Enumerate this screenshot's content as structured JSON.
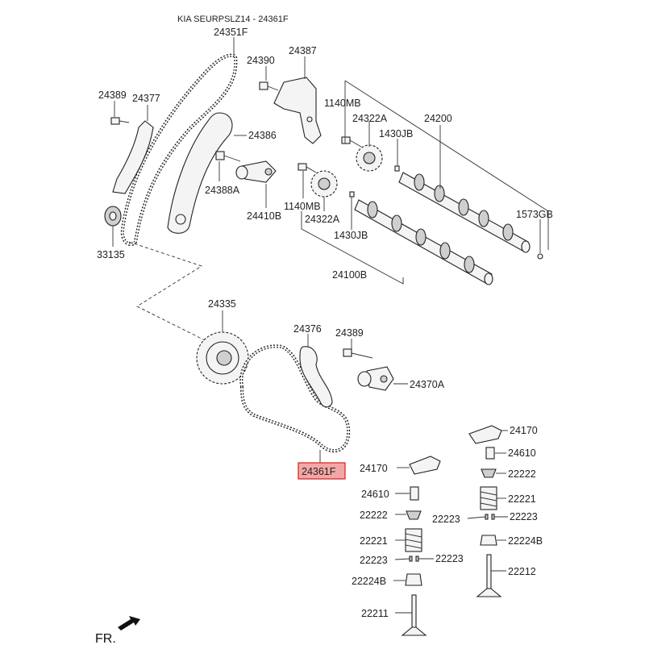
{
  "title": "KIA SEURPSLZ14 - 24361F",
  "highlight": {
    "label": "24361F",
    "fill": "#f4a6a6",
    "stroke": "#d42020"
  },
  "front_marker": "FR.",
  "labels": {
    "p24351F": "24351F",
    "p24390": "24390",
    "p24387": "24387",
    "p24389_top": "24389",
    "p24377": "24377",
    "p1140MB_top": "1140MB",
    "p24322A_top": "24322A",
    "p24200": "24200",
    "p1430JB_top": "1430JB",
    "p24386": "24386",
    "p24388A": "24388A",
    "p24410B": "24410B",
    "p1140MB_mid": "1140MB",
    "p24322A_mid": "24322A",
    "p1573GB": "1573GB",
    "p1430JB_mid": "1430JB",
    "p33135": "33135",
    "p24100B": "24100B",
    "p24335": "24335",
    "p24376": "24376",
    "p24389_mid": "24389",
    "p24370A": "24370A",
    "p24170_r": "24170",
    "p24610_r": "24610",
    "p24170_l": "24170",
    "p22222_r": "22222",
    "p24610_l": "24610",
    "p22221_r": "22221",
    "p22222_l": "22222",
    "p22223_mid": "22223",
    "p22223_r": "22223",
    "p22221_l": "22221",
    "p22224B_r": "22224B",
    "p22223_l": "22223",
    "p22223_l2": "22223",
    "p22212": "22212",
    "p22224B_l": "22224B",
    "p22211": "22211"
  }
}
